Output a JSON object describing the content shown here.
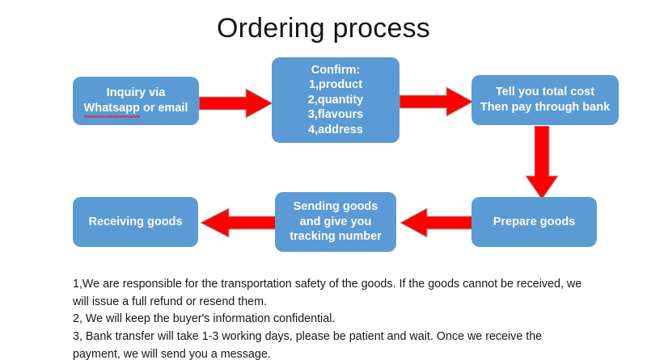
{
  "document": {
    "title": "Ordering process",
    "background_color": "#FFFFFF"
  },
  "theme": {
    "node_fill": "#5B9BD5",
    "node_text": "#FFFFFF",
    "arrow_fill": "#FF0000",
    "arrow_outline": "#A6A6A6",
    "spellcheck_underline": "#E81123",
    "body_text": "#171717"
  },
  "flow": {
    "nodes": [
      {
        "id": "inquiry",
        "name": "inquiry-node",
        "lines": [
          "Inquiry via",
          "Whatsapp or email"
        ],
        "misspelled_word": "Whatsapp",
        "row": 1,
        "order": 1
      },
      {
        "id": "confirm",
        "name": "confirm-node",
        "lines": [
          "Confirm:",
          "1,product",
          "2,quantity",
          "3,flavours",
          "4,address"
        ],
        "row": 1,
        "order": 2
      },
      {
        "id": "cost",
        "name": "total-cost-node",
        "lines": [
          "Tell you total cost",
          "Then pay through bank"
        ],
        "row": 1,
        "order": 3
      },
      {
        "id": "prepare",
        "name": "prepare-goods-node",
        "lines": [
          "Prepare goods"
        ],
        "row": 2,
        "order": 1
      },
      {
        "id": "sending",
        "name": "sending-goods-node",
        "lines": [
          "Sending goods",
          "and give you",
          "tracking number"
        ],
        "row": 2,
        "order": 2
      },
      {
        "id": "receive",
        "name": "receiving-goods-node",
        "lines": [
          "Receiving goods"
        ],
        "row": 2,
        "order": 3
      }
    ],
    "arrows": [
      {
        "id": "a1",
        "from": "inquiry",
        "to": "confirm",
        "direction": "right"
      },
      {
        "id": "a2",
        "from": "confirm",
        "to": "cost",
        "direction": "right"
      },
      {
        "id": "a3",
        "from": "cost",
        "to": "prepare",
        "direction": "down"
      },
      {
        "id": "a4",
        "from": "prepare",
        "to": "sending",
        "direction": "left"
      },
      {
        "id": "a5",
        "from": "sending",
        "to": "receive",
        "direction": "left"
      }
    ]
  },
  "notes": {
    "lines": [
      "1,We are responsible for the transportation safety of the goods. If the goods cannot be received, we will issue a full refund or resend them.",
      "2, We will keep the buyer's information confidential.",
      "3, Bank transfer will take 1-3 working days, please be patient and wait. Once we receive the payment, we will send you a message."
    ]
  }
}
